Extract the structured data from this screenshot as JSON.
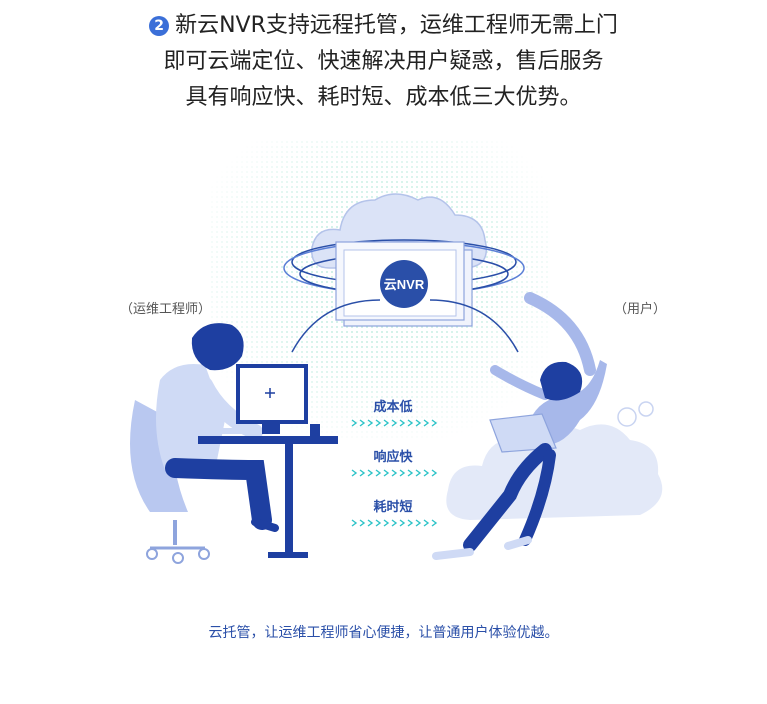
{
  "header": {
    "badge_number": "2",
    "line1": "新云NVR支持远程托管，运维工程师无需上门",
    "line2": "即可云端定位、快速解决用户疑惑，售后服务",
    "line3": "具有响应快、耗时短、成本低三大优势。"
  },
  "illustration": {
    "cloud_label": "云NVR",
    "left_role": "（运维工程师）",
    "right_role": "（用户）",
    "monitor_icon": "plus-cursor-icon",
    "flow_items": [
      "成本低",
      "响应快",
      "耗时短"
    ]
  },
  "footer": {
    "text": "云托管，让运维工程师省心便捷，让普通用户体验优越。"
  },
  "colors": {
    "primary_blue": "#2a4fa8",
    "light_blue": "#c9d6f5",
    "badge_blue": "#3b6fd8",
    "teal": "#2ec4c8"
  }
}
